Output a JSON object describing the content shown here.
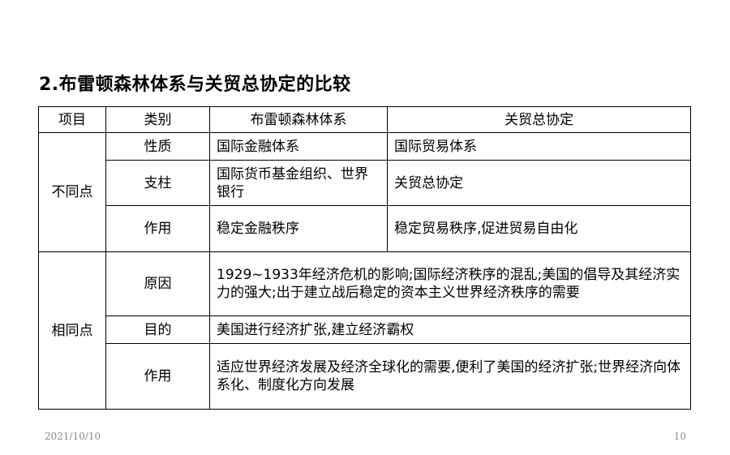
{
  "title": "2.布雷顿森林体系与关贸总协定的比较",
  "table": {
    "headers": [
      "项目",
      "类别",
      "布雷顿森林体系",
      "关贸总协定"
    ],
    "groups": [
      {
        "name": "不同点",
        "rows": [
          {
            "category": "性质",
            "bretton": "国际金融体系",
            "gatt": "国际贸易体系"
          },
          {
            "category": "支柱",
            "bretton": "国际货币基金组织、世界银行",
            "gatt": "关贸总协定"
          },
          {
            "category": "作用",
            "bretton": "稳定金融秩序",
            "gatt": "稳定贸易秩序,促进贸易自由化"
          }
        ]
      },
      {
        "name": "相同点",
        "rows": [
          {
            "category": "原因",
            "common": "1929~1933年经济危机的影响;国际经济秩序的混乱;美国的倡导及其经济实力的强大;出于建立战后稳定的资本主义世界经济秩序的需要"
          },
          {
            "category": "目的",
            "common": "美国进行经济扩张,建立经济霸权"
          },
          {
            "category": "作用",
            "common": "适应世界经济发展及经济全球化的需要,便利了美国的经济扩张;世界经济向体系化、制度化方向发展"
          }
        ]
      }
    ]
  },
  "footer": {
    "date": "2021/10/10",
    "page": "10"
  }
}
